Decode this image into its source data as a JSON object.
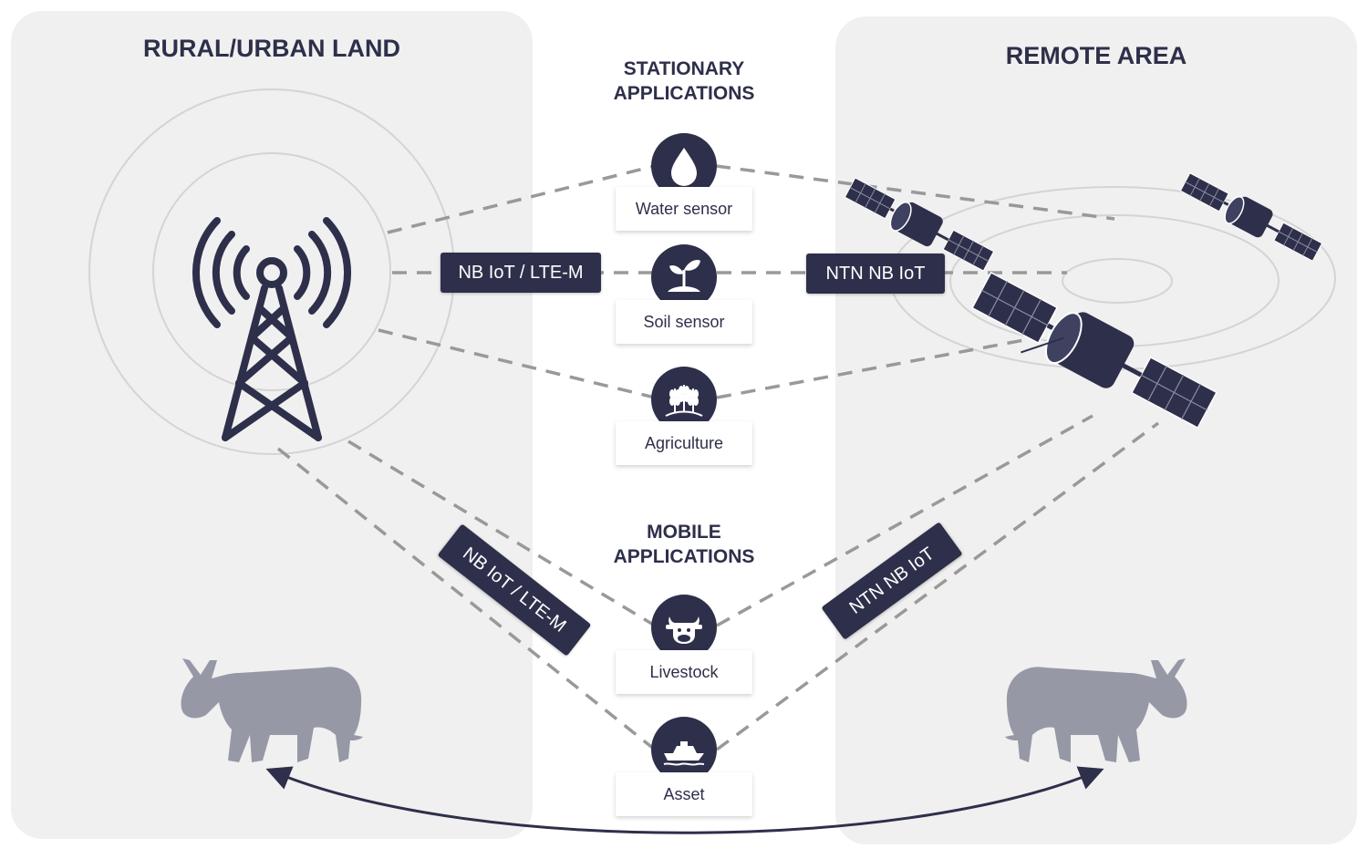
{
  "regions": {
    "left_title": "RURAL/URBAN LAND",
    "right_title": "REMOTE AREA"
  },
  "groups": {
    "stationary": "STATIONARY APPLICATIONS",
    "mobile": "MOBILE APPLICATIONS"
  },
  "links": {
    "terrestrial_top": "NB IoT / LTE-M",
    "satellite_top": "NTN NB IoT",
    "terrestrial_diag": "NB IoT / LTE-M",
    "satellite_diag": "NTN NB IoT"
  },
  "nodes": [
    {
      "label": "Water sensor",
      "icon": "water-drop-icon"
    },
    {
      "label": "Soil sensor",
      "icon": "sprout-icon"
    },
    {
      "label": "Agriculture",
      "icon": "wheat-icon"
    },
    {
      "label": "Livestock",
      "icon": "cow-head-icon"
    },
    {
      "label": "Asset",
      "icon": "boat-icon"
    }
  ],
  "colors": {
    "navy": "#2e2f4a",
    "panel": "#f0f0f0",
    "dash": "#999999",
    "cow": "#9698a6"
  }
}
